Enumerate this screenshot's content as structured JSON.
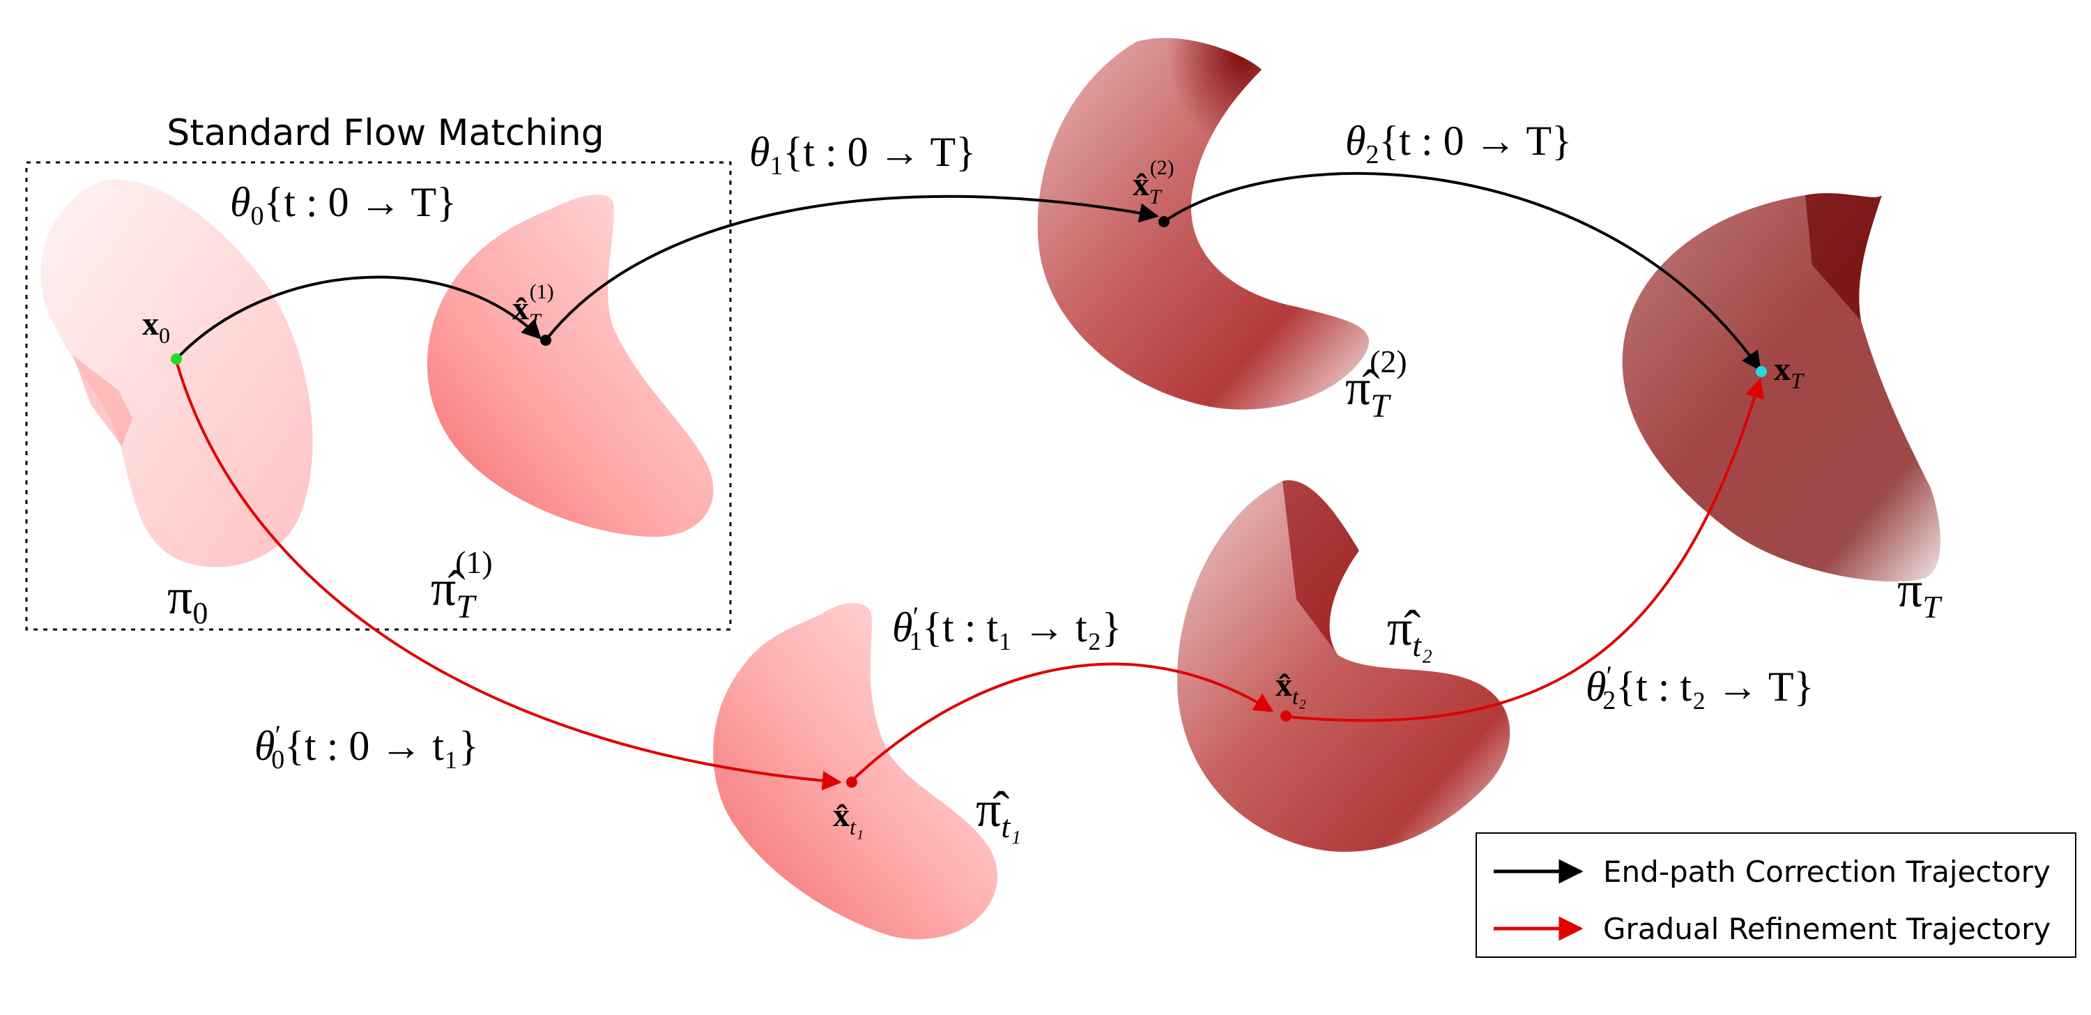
{
  "title": "Standard Flow Matching",
  "legend": {
    "black_label": "End-path Correction Trajectory",
    "red_label": "Gradual Refinement Trajectory"
  },
  "colors": {
    "black": "#000000",
    "red": "#e00000",
    "start_point": "#22dd22",
    "end_point": "#22dddd",
    "light_pink": "#ffb3b3",
    "dark_red": "#800000"
  },
  "distributions": [
    {
      "id": "pi0",
      "label_main": "π",
      "label_sub": "0",
      "label_sup": ""
    },
    {
      "id": "pihat_T1",
      "label_main": "π̂",
      "label_sub": "T",
      "label_sup": "(1)"
    },
    {
      "id": "pihat_T2",
      "label_main": "π̂",
      "label_sub": "T",
      "label_sup": "(2)"
    },
    {
      "id": "piT",
      "label_main": "π",
      "label_sub": "T",
      "label_sup": ""
    },
    {
      "id": "pihat_t1",
      "label_main": "π̂",
      "label_sub": "t₁",
      "label_sup": ""
    },
    {
      "id": "pihat_t2",
      "label_main": "π̂",
      "label_sub": "t₂",
      "label_sup": ""
    }
  ],
  "points": [
    {
      "id": "x0",
      "main": "x",
      "sub": "0",
      "sup": ""
    },
    {
      "id": "xhat_T1",
      "main": "x̂",
      "sub": "T",
      "sup": "(1)"
    },
    {
      "id": "xhat_T2",
      "main": "x̂",
      "sub": "T",
      "sup": "(2)"
    },
    {
      "id": "xT",
      "main": "x",
      "sub": "T",
      "sup": ""
    },
    {
      "id": "xhat_t1",
      "main": "x̂",
      "sub": "t₁",
      "sup": ""
    },
    {
      "id": "xhat_t2",
      "main": "x̂",
      "sub": "t₂",
      "sup": ""
    }
  ],
  "trajectories": [
    {
      "id": "theta0",
      "param": "θ",
      "param_sub": "0",
      "prime": "",
      "range": "{t : 0 → T}"
    },
    {
      "id": "theta1",
      "param": "θ",
      "param_sub": "1",
      "prime": "",
      "range": "{t : 0 → T}"
    },
    {
      "id": "theta2",
      "param": "θ",
      "param_sub": "2",
      "prime": "",
      "range": "{t : 0 → T}"
    },
    {
      "id": "theta0p",
      "param": "θ",
      "param_sub": "0",
      "prime": "′",
      "range": "{t : 0 → t₁}"
    },
    {
      "id": "theta1p",
      "param": "θ",
      "param_sub": "1",
      "prime": "′",
      "range": "{t : t₁ → t₂}"
    },
    {
      "id": "theta2p",
      "param": "θ",
      "param_sub": "2",
      "prime": "′",
      "range": "{t : t₂ → T}"
    }
  ]
}
